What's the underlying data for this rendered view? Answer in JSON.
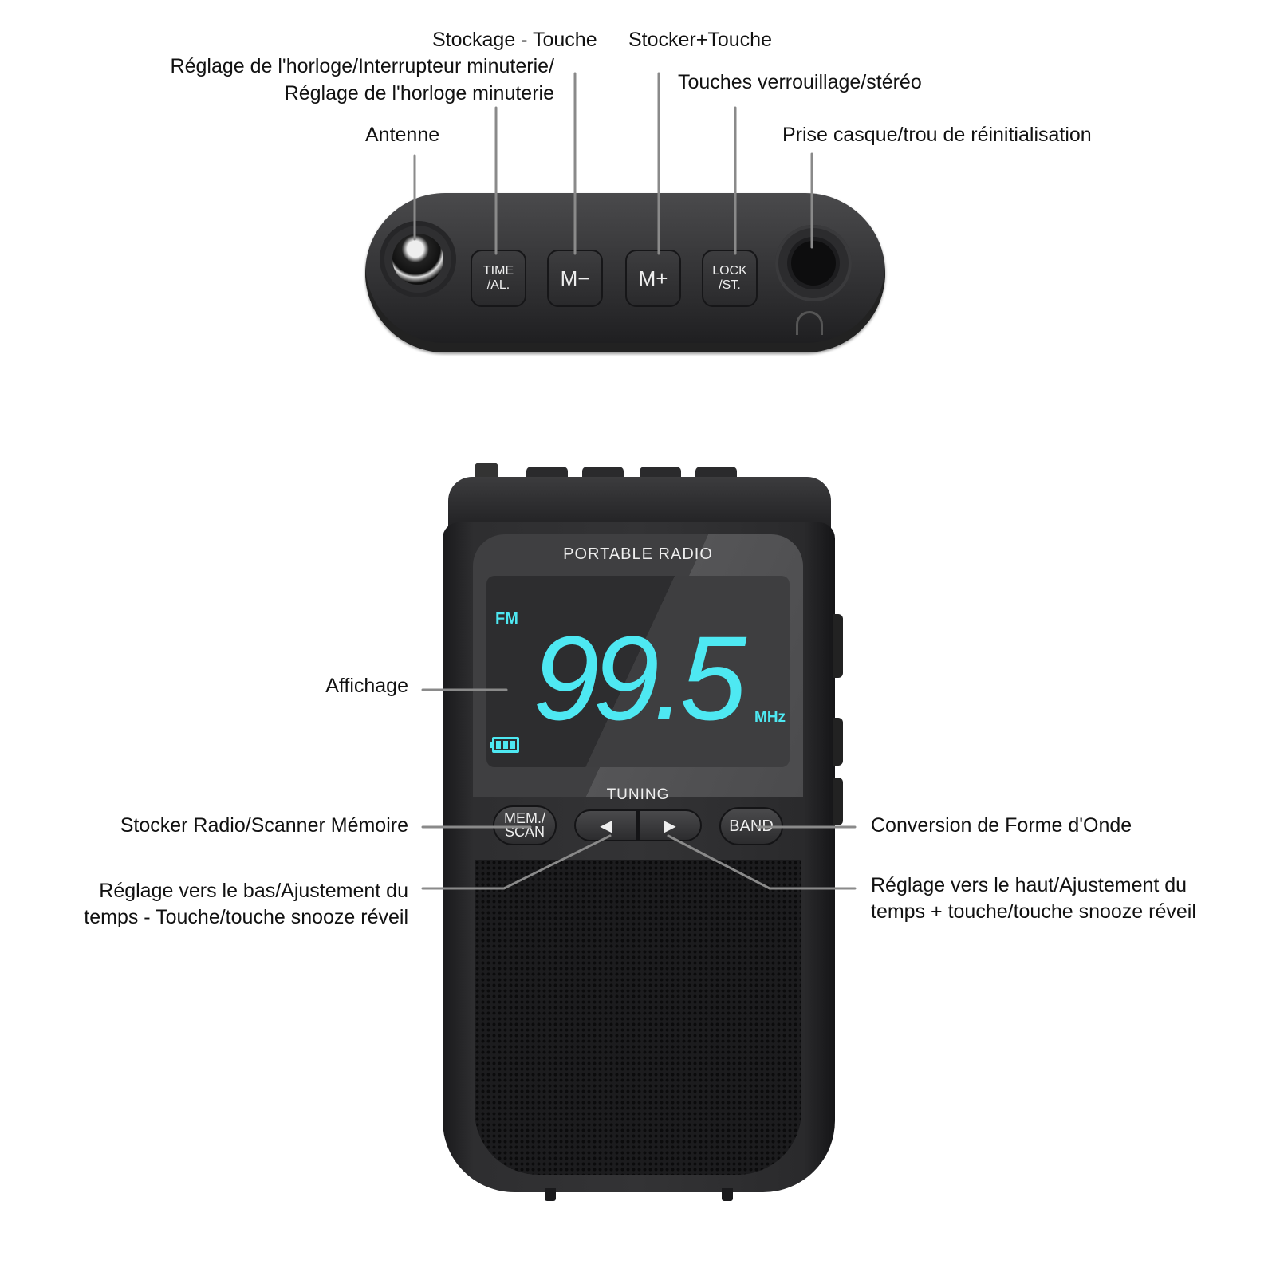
{
  "labels": {
    "storage_minus": "Stockage - Touche",
    "storage_plus": "Stocker+Touche",
    "clock_line1": "Réglage de l'horloge/Interrupteur minuterie/",
    "clock_line2": "Réglage de l'horloge minuterie",
    "lock_stereo": "Touches verrouillage/stéréo",
    "antenna": "Antenne",
    "headphone": "Prise casque/trou de réinitialisation",
    "display": "Affichage",
    "mem_scan": "Stocker Radio/Scanner Mémoire",
    "tune_down_line1": "Réglage vers le bas/Ajustement du",
    "tune_down_line2": "temps - Touche/touche snooze réveil",
    "band": "Conversion de Forme d'Onde",
    "tune_up_line1": "Réglage vers le haut/Ajustement du",
    "tune_up_line2": "temps + touche/touche snooze réveil"
  },
  "top_buttons": {
    "time_l1": "TIME",
    "time_l2": "/AL.",
    "m_minus": "M−",
    "m_plus": "M+",
    "lock_l1": "LOCK",
    "lock_l2": "/ST."
  },
  "radio": {
    "brand": "PORTABLE RADIO",
    "band": "FM",
    "frequency": "99.5",
    "unit": "MHz",
    "tuning": "TUNING",
    "mem_l1": "MEM./",
    "mem_l2": "SCAN",
    "band_button": "BAND",
    "left_arrow": "◀",
    "right_arrow": "▶",
    "accent_color": "#4ee8f2"
  }
}
